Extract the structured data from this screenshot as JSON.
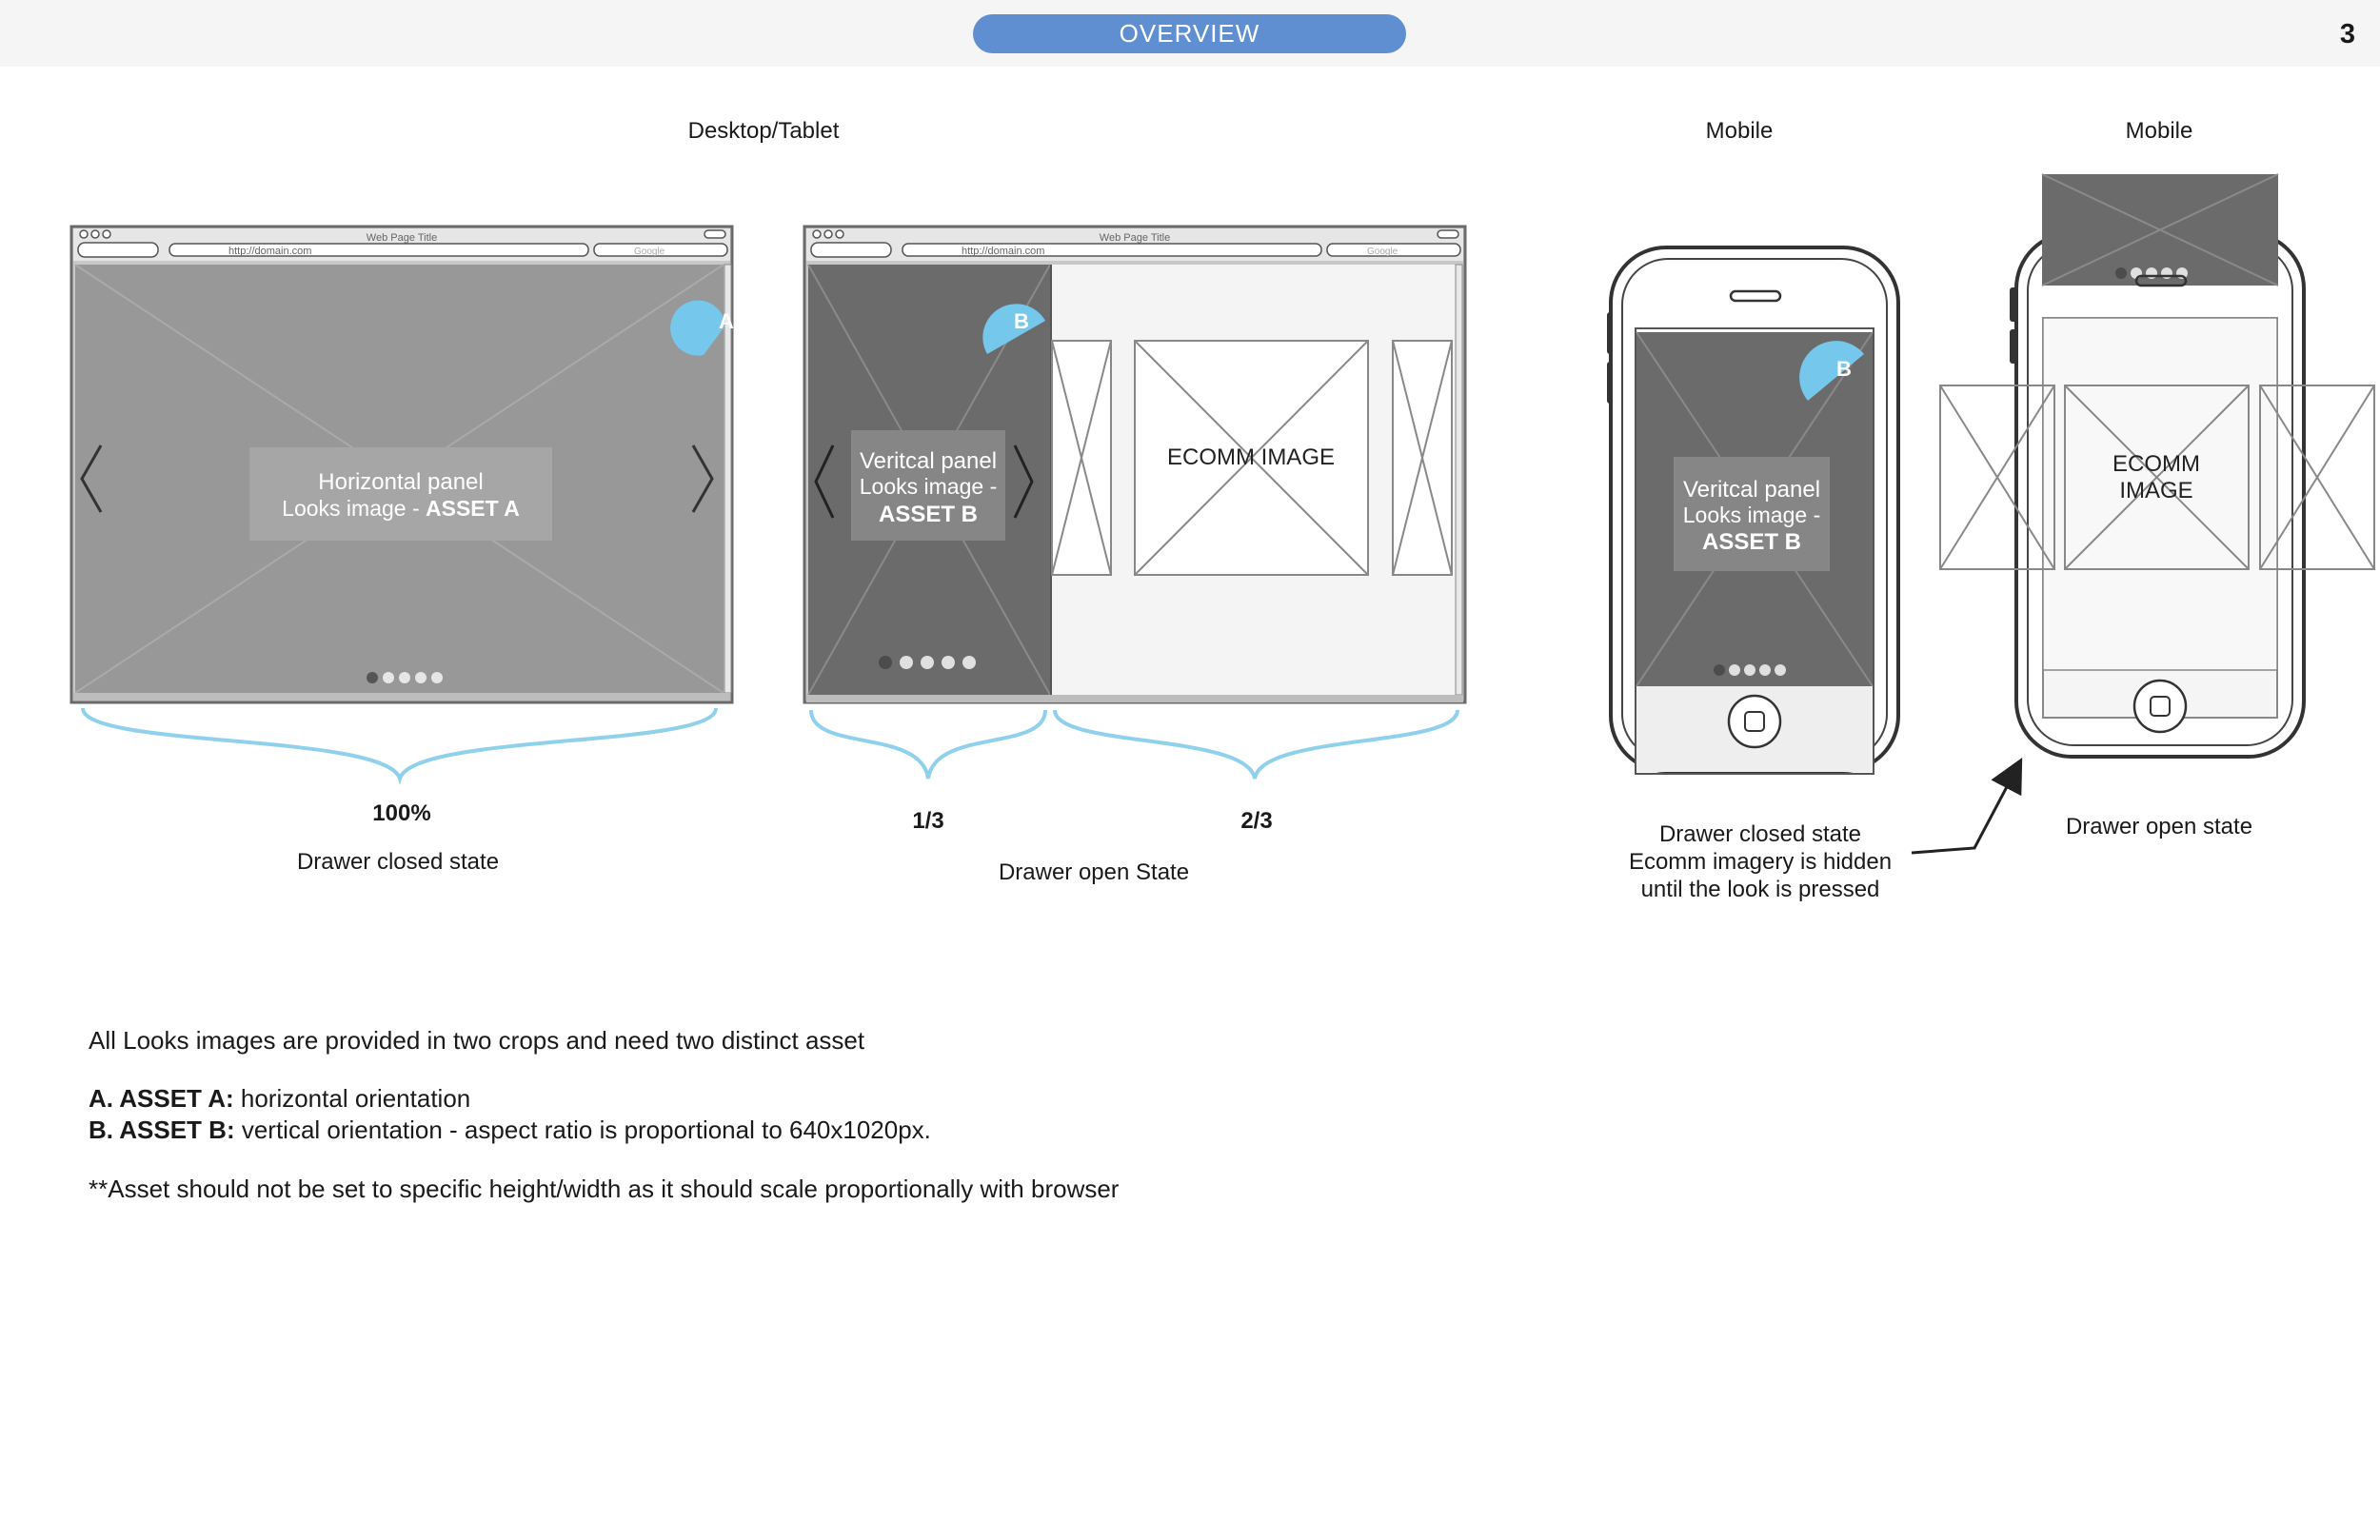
{
  "header": {
    "pill": "OVERVIEW",
    "page_number": "3"
  },
  "sections": {
    "desktop": "Desktop/Tablet",
    "mobile_closed": "Mobile",
    "mobile_open": "Mobile"
  },
  "browser": {
    "title": "Web Page Title",
    "url": "http://domain.com",
    "search": "Google"
  },
  "desktop_closed": {
    "badge": "A",
    "panel_line1": "Horizontal panel",
    "panel_line2_prefix": "Looks image - ",
    "panel_line2_bold": "ASSET A",
    "measure": "100%",
    "caption": "Drawer closed state"
  },
  "desktop_open": {
    "badge": "B",
    "panel_line1": "Veritcal panel",
    "panel_line2": "Looks image -",
    "panel_line3": "ASSET B",
    "ecomm": "ECOMM IMAGE",
    "measure_left": "1/3",
    "measure_right": "2/3",
    "caption": "Drawer open State"
  },
  "mobile_closed": {
    "badge": "B",
    "panel_line1": "Veritcal panel",
    "panel_line2": "Looks image -",
    "panel_line3": "ASSET B",
    "caption_lines": [
      "Drawer closed state",
      "Ecomm imagery is hidden",
      "until the look is pressed"
    ]
  },
  "mobile_open": {
    "ecomm_line1": "ECOMM",
    "ecomm_line2": "IMAGE",
    "caption": "Drawer open state"
  },
  "notes": {
    "intro": "All Looks images are provided in two crops and need two distinct asset",
    "a_label": "A. ASSET A:",
    "a_text": " horizontal orientation",
    "b_label": "B. ASSET B:",
    "b_text": " vertical orientation - aspect ratio is proportional to 640x1020px.",
    "footnote": "**Asset should not be set to specific height/width as it should scale proportionally with browser"
  },
  "colors": {
    "accent_blue": "#5f8fd0",
    "brace_blue": "#8fd0ec",
    "badge_blue": "#76c7ec"
  }
}
